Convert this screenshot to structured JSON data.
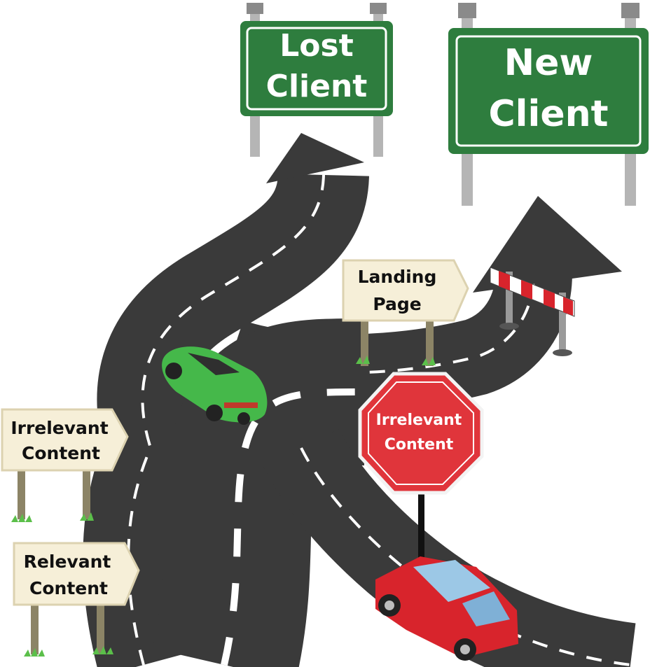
{
  "signs": {
    "lost_client": {
      "line1": "Lost",
      "line2": "Client"
    },
    "new_client": {
      "line1": "New",
      "line2": "Client"
    },
    "landing_page": {
      "line1": "Landing",
      "line2": "Page"
    },
    "irrelevant_content_post": {
      "line1": "Irrelevant",
      "line2": "Content"
    },
    "relevant_content_post": {
      "line1": "Relevant",
      "line2": "Content"
    },
    "stop_sign": {
      "line1": "Irrelevant",
      "line2": "Content"
    }
  },
  "colors": {
    "highway_green": "#2e7d3e",
    "road": "#3a3a3a",
    "stop_red": "#e0353b",
    "wood_sign": "#f6efd8",
    "car_green": "#45b84a",
    "car_red": "#d8242c"
  }
}
